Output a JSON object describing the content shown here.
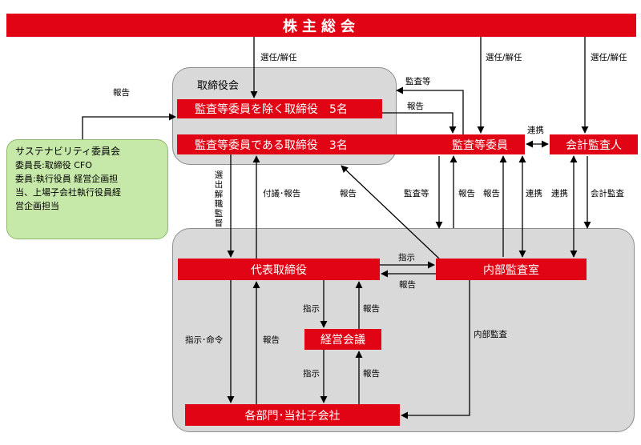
{
  "banner": "株主総会",
  "board": {
    "title": "取締役会",
    "non_audit_directors": "監査等委員を除く取締役　5名",
    "audit_directors": "監査等委員である取締役　3名"
  },
  "audit_committee": "監査等委員",
  "accounting_auditor": "会計監査人",
  "representative": "代表取締役",
  "internal_audit_office": "内部監査室",
  "management_meeting": "経営会議",
  "departments": "各部門･当社子会社",
  "sustainability": {
    "title": "サステナビリティ委員会",
    "chair": "委員長:取締役 CFO",
    "members_1": "委員:執行役員 経営企画担",
    "members_2": "当、上場子会社執行役員経",
    "members_3": "営企画担当"
  },
  "labels": {
    "elect_dismiss_board": "選任/解任",
    "elect_dismiss_audit": "選任/解任",
    "elect_dismiss_auditor": "選任/解任",
    "report_sustainability": "報告",
    "audit_etc_board": "監査等",
    "report_nonaudit": "報告",
    "coordination_top": "連携",
    "appoint_supervise": "選出解職監督",
    "proposal_report": "付議･報告",
    "report_diag": "報告",
    "audit_etc_rep": "監査等",
    "report_audit_1": "報告",
    "report_audit_2": "報告",
    "coordination_1": "連携",
    "coordination_2": "連携",
    "accounting_audit": "会計監査",
    "instruct_internal": "指示",
    "report_internal": "報告",
    "instruct_meeting": "指示",
    "report_meeting": "報告",
    "instruct_order": "指示･命令",
    "report_dept": "報告",
    "instruct_dept": "指示",
    "report_dept2": "報告",
    "internal_audit": "内部監査"
  },
  "colors": {
    "red": "#e00414",
    "gray_region": "#d9d9d9",
    "green_box": "#c6e8a8"
  }
}
